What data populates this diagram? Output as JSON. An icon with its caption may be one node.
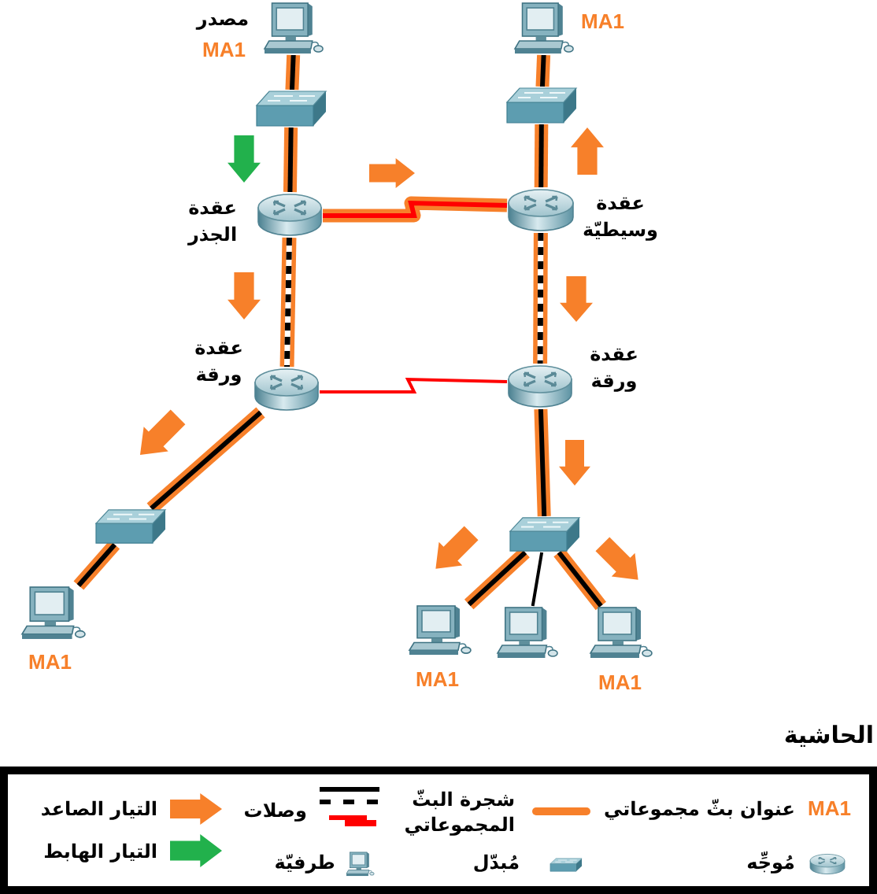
{
  "diagram": {
    "nodes": [
      {
        "text": [],
        "shape": "picture",
        "beside": [
          "مصدر",
          "MA1"
        ]
      },
      {
        "text": [],
        "shape": "picture"
      },
      {
        "text": [],
        "shape": "picture",
        "beside": [
          "عقدة الجذر"
        ]
      },
      {
        "text": [],
        "shape": "picture",
        "beside": [
          "عقدة ورقة"
        ]
      },
      {
        "text": [],
        "shape": "picture"
      },
      {
        "text": [],
        "shape": "picture",
        "beside": [
          "MA1"
        ]
      },
      {
        "text": [],
        "shape": "picture",
        "beside": [
          "MA1"
        ]
      },
      {
        "text": [],
        "shape": "picture"
      },
      {
        "text": [],
        "shape": "picture",
        "beside": [
          "عقدة وسيطيّة"
        ]
      },
      {
        "text": [],
        "shape": "picture",
        "beside": [
          "عقدة ورقة"
        ]
      },
      {
        "text": [],
        "shape": "picture"
      },
      {
        "text": [],
        "shape": "picture",
        "beside": [
          "MA1"
        ]
      },
      {
        "text": [],
        "shape": "picture"
      },
      {
        "text": [],
        "shape": "picture",
        "beside": [
          "MA1"
        ]
      }
    ],
    "edges": [
      {
        "from": 0,
        "to": 1,
        "arrow": "none"
      },
      {
        "from": 1,
        "to": 2,
        "arrow": "none"
      },
      {
        "from": 2,
        "to": 3,
        "arrow": "none",
        "style": "dashed"
      },
      {
        "from": 3,
        "to": 4,
        "arrow": "none"
      },
      {
        "from": 4,
        "to": 5,
        "arrow": "none"
      },
      {
        "from": 6,
        "to": 7,
        "arrow": "none"
      },
      {
        "from": 7,
        "to": 8,
        "arrow": "none"
      },
      {
        "from": 8,
        "to": 9,
        "arrow": "none",
        "style": "dashed"
      },
      {
        "from": 9,
        "to": 10,
        "arrow": "none"
      },
      {
        "from": 10,
        "to": 11,
        "arrow": "none"
      },
      {
        "from": 10,
        "to": 12,
        "arrow": "none"
      },
      {
        "from": 10,
        "to": 13,
        "arrow": "none"
      },
      {
        "from": 2,
        "to": 8,
        "arrow": "none",
        "color": "#ff0000"
      },
      {
        "from": 3,
        "to": 9,
        "arrow": "none",
        "color": "#ff0000"
      }
    ],
    "labels": [
      "الحاشية",
      "MA1"
    ],
    "legend": [
      {
        "text": "عنوان بثّ مجموعاتي"
      },
      {
        "text": "شجرة البثّ المجموعاتي"
      },
      {
        "text": "وصلات"
      },
      {
        "text": "التيار الصاعد"
      },
      {
        "text": "مُوجِّه"
      },
      {
        "text": "مُبدّل"
      },
      {
        "text": "طرفيّة"
      },
      {
        "text": "التيار الهابط"
      }
    ]
  }
}
